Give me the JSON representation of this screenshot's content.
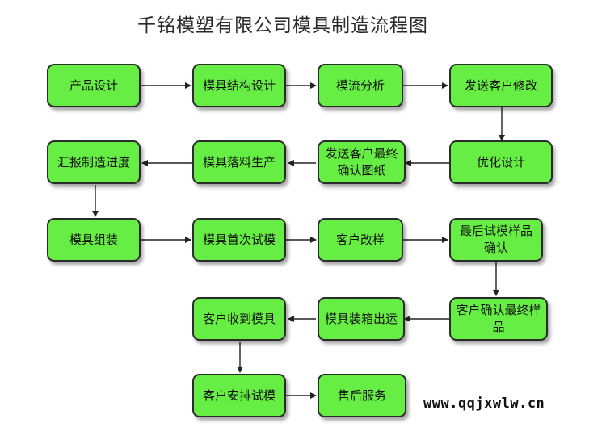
{
  "title": "千铭模塑有限公司模具制造流程图",
  "website": "www.qqjxwlw.cn",
  "steps": {
    "product_design": "产品设计",
    "mold_structure_design": "模具结构设计",
    "mold_flow_analysis": "模流分析",
    "send_client_revision": "发送客户修改",
    "optimize_design": "优化设计",
    "send_client_final_drawing": "发送客户最终确认图纸",
    "mold_material_production": "模具落料生产",
    "report_progress": "汇报制造进度",
    "mold_assembly": "模具组装",
    "first_trial": "模具首次试模",
    "client_revise_sample": "客户改样",
    "final_trial_sample_confirm": "最后试模样品确认",
    "client_confirm_final_sample": "客户确认最终样品",
    "mold_packing_shipping": "模具装箱出运",
    "client_receive_mold": "客户收到模具",
    "client_arrange_trial": "客户安排试模",
    "after_sales_service": "售后服务"
  }
}
